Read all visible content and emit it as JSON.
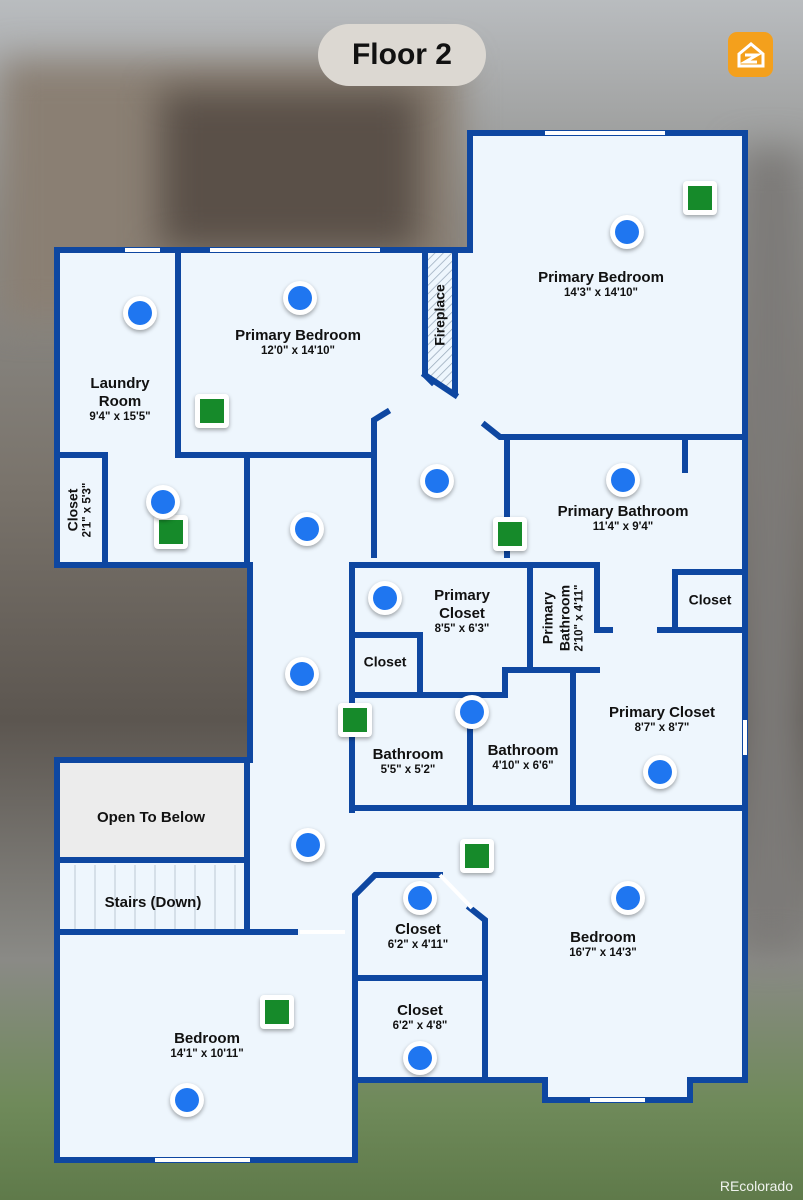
{
  "header": {
    "floor_label": "Floor 2"
  },
  "watermark": "REcolorado",
  "colors": {
    "wall": "#0e47a1",
    "floor": "#eef6fd",
    "hotspot": "#1f76f0",
    "photo_marker": "#168a2a",
    "brand": "#f4a01c"
  },
  "rooms": {
    "laundry": {
      "name": "Laundry Room",
      "dims": "9'4\" x 15'5\""
    },
    "closet_laundry": {
      "name": "Closet",
      "dims": "2'1\" x 5'3\""
    },
    "primary_bedroom_a": {
      "name": "Primary Bedroom",
      "dims": "12'0\" x 14'10\""
    },
    "fireplace": {
      "name": "Fireplace"
    },
    "primary_bedroom_b": {
      "name": "Primary Bedroom",
      "dims": "14'3\" x 14'10\""
    },
    "primary_bathroom": {
      "name": "Primary Bathroom",
      "dims": "11'4\" x 9'4\""
    },
    "primary_closet_a": {
      "name": "Primary Closet",
      "dims": "8'5\" x 6'3\""
    },
    "closet_small": {
      "name": "Closet"
    },
    "primary_bathroom_small": {
      "name": "Primary Bathroom",
      "dims": "2'10\" x 4'11\""
    },
    "closet_right": {
      "name": "Closet"
    },
    "primary_closet_b": {
      "name": "Primary Closet",
      "dims": "8'7\" x 8'7\""
    },
    "bathroom_a": {
      "name": "Bathroom",
      "dims": "5'5\" x 5'2\""
    },
    "bathroom_b": {
      "name": "Bathroom",
      "dims": "4'10\" x 6'6\""
    },
    "open_to_below": {
      "name": "Open To Below"
    },
    "stairs": {
      "name": "Stairs (Down)"
    },
    "closet_angled": {
      "name": "Closet",
      "dims": "6'2\" x 4'11\""
    },
    "closet_lower": {
      "name": "Closet",
      "dims": "6'2\" x 4'8\""
    },
    "bedroom_right": {
      "name": "Bedroom",
      "dims": "16'7\" x 14'3\""
    },
    "bedroom_left": {
      "name": "Bedroom",
      "dims": "14'1\" x 10'11\""
    }
  }
}
